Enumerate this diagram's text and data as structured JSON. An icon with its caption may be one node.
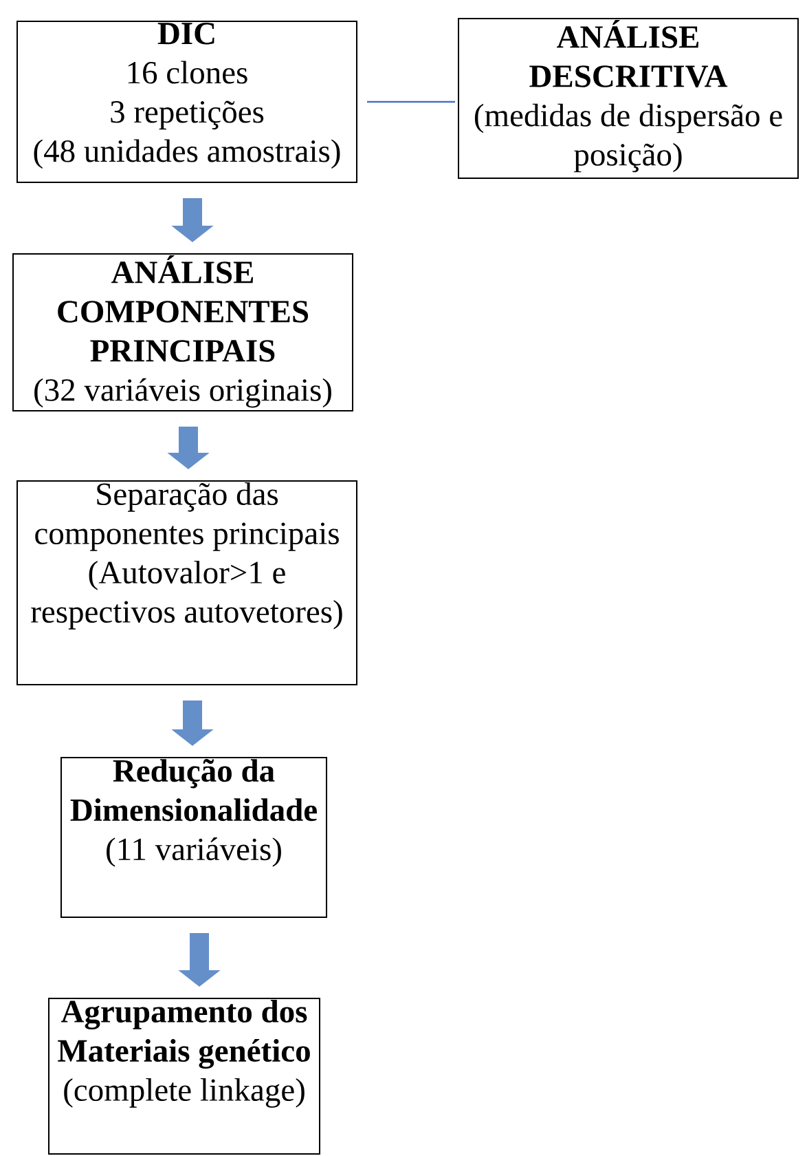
{
  "diagram": {
    "nodes": [
      {
        "text": [
          "DIC",
          "16 clones",
          "3 repetições",
          "(48 unidades amostrais)"
        ]
      },
      {
        "text": [
          "ANÁLISE DESCRITIVA",
          "(medidas de dispersão e posição)"
        ]
      },
      {
        "text": [
          "ANÁLISE COMPONENTES PRINCIPAIS",
          "(32 variáveis originais)"
        ]
      },
      {
        "text": [
          "Separação das componentes principais",
          "(Autovalor>1 e respectivos autovetores)"
        ]
      },
      {
        "text": [
          "Redução da Dimensionalidade",
          "(11 variáveis)"
        ]
      },
      {
        "text": [
          "Agrupamento dos Materiais genético",
          "(complete linkage)"
        ]
      }
    ],
    "edges": [
      {
        "from": 0,
        "to": 1,
        "arrow": "none"
      },
      {
        "from": 0,
        "to": 2,
        "arrow": "to"
      },
      {
        "from": 2,
        "to": 3,
        "arrow": "to"
      },
      {
        "from": 3,
        "to": 4,
        "arrow": "to"
      },
      {
        "from": 4,
        "to": 5,
        "arrow": "to"
      }
    ]
  }
}
